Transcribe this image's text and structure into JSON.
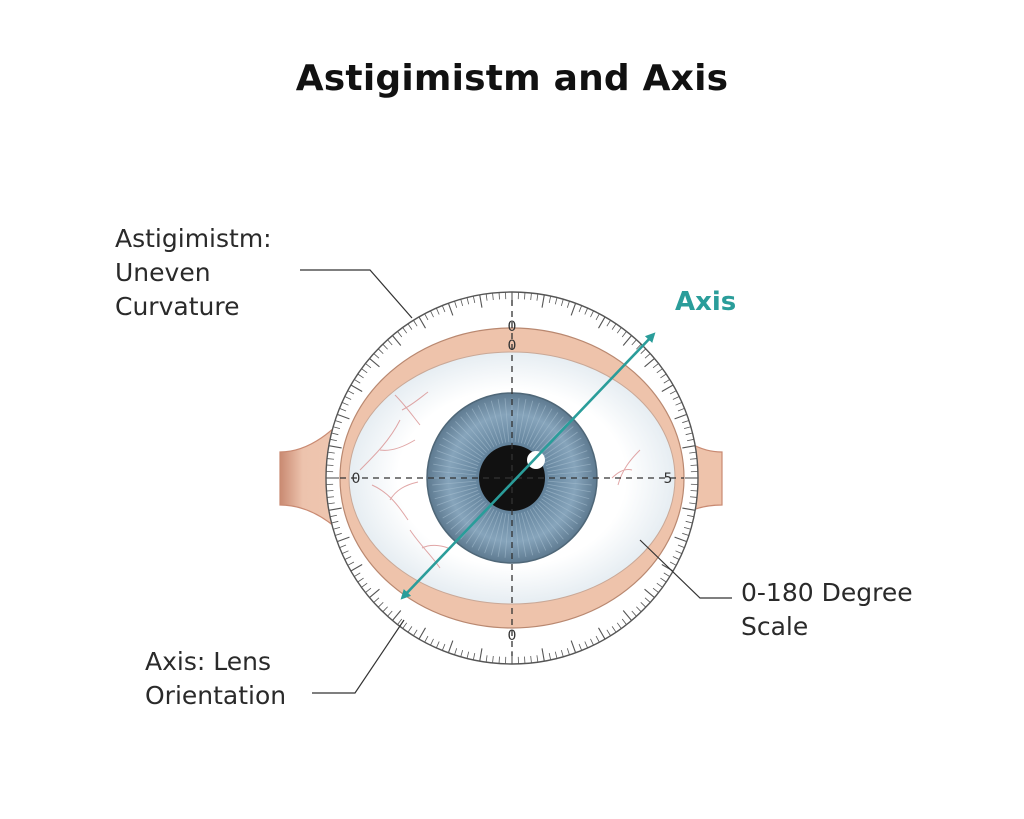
{
  "title": "Astigimistm and Axis",
  "labels": {
    "astigmatism": [
      "Astigimistm:",
      "Uneven",
      "Curvature"
    ],
    "axis_lens": [
      "Axis: Lens",
      "Orientation"
    ],
    "degree_scale": [
      "0-180 Degree",
      "Scale"
    ],
    "axis": "Axis"
  },
  "scale_numbers": {
    "top_outer": "0",
    "top_inner": "0",
    "left": "0",
    "right": "5",
    "bottom": "0"
  },
  "colors": {
    "axis_teal": "#2a9d9a",
    "eyelid": "#e9b9a2",
    "iris": "#6f8fa8",
    "pupil": "#111111"
  }
}
